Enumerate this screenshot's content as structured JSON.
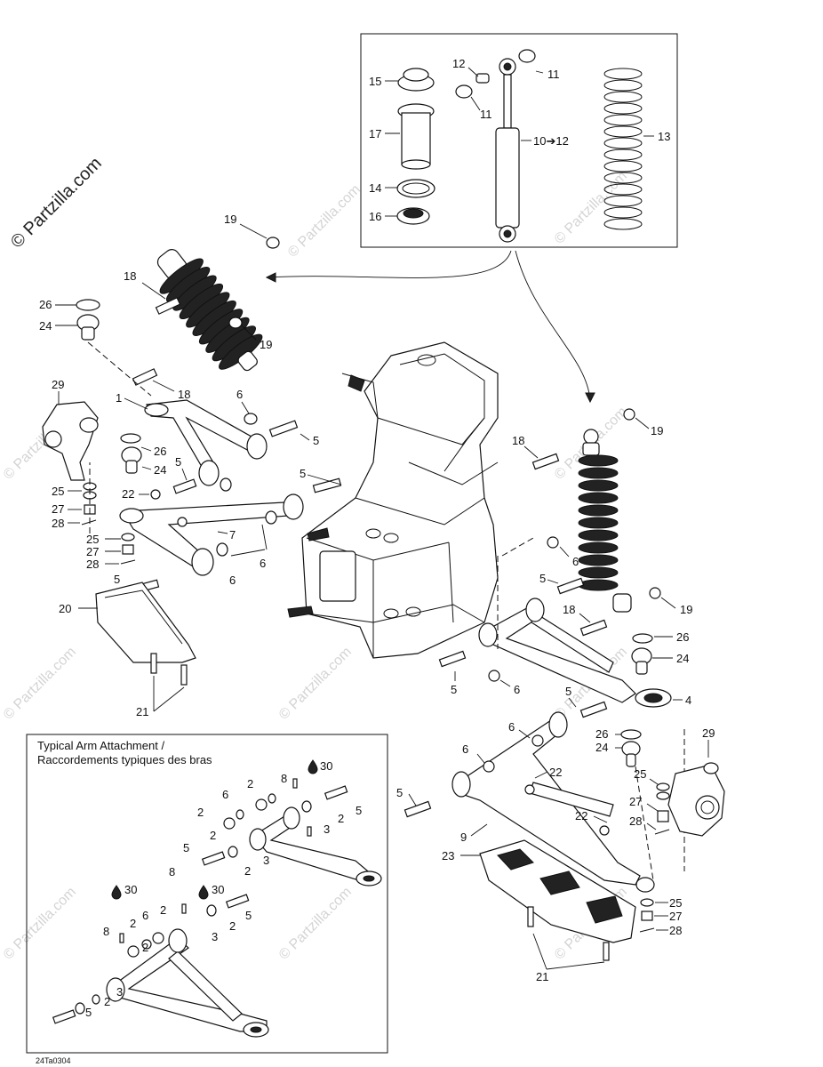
{
  "watermark_main": "© Partzilla.com",
  "watermark_faint": "© Partzilla.com",
  "inset_title_line1": "Typical Arm Attachment /",
  "inset_title_line2": "Raccordements typiques des bras",
  "drawing_code": "24Ta0304",
  "shock_kit_callout": "10➔12",
  "callouts": {
    "c1": "1",
    "c2": "2",
    "c3": "3",
    "c4": "4",
    "c5": "5",
    "c6": "6",
    "c7": "7",
    "c8": "8",
    "c9": "9",
    "c11": "11",
    "c12": "12",
    "c13": "13",
    "c14": "14",
    "c15": "15",
    "c16": "16",
    "c17": "17",
    "c18": "18",
    "c19": "19",
    "c20": "20",
    "c21": "21",
    "c22": "22",
    "c23": "23",
    "c24": "24",
    "c25": "25",
    "c26": "26",
    "c27": "27",
    "c28": "28",
    "c29": "29",
    "c30": "30"
  },
  "icons": {
    "loctite_drop": "drop-icon"
  },
  "colors": {
    "line": "#111111",
    "watermark": "#d4d4d4",
    "background": "#ffffff"
  }
}
